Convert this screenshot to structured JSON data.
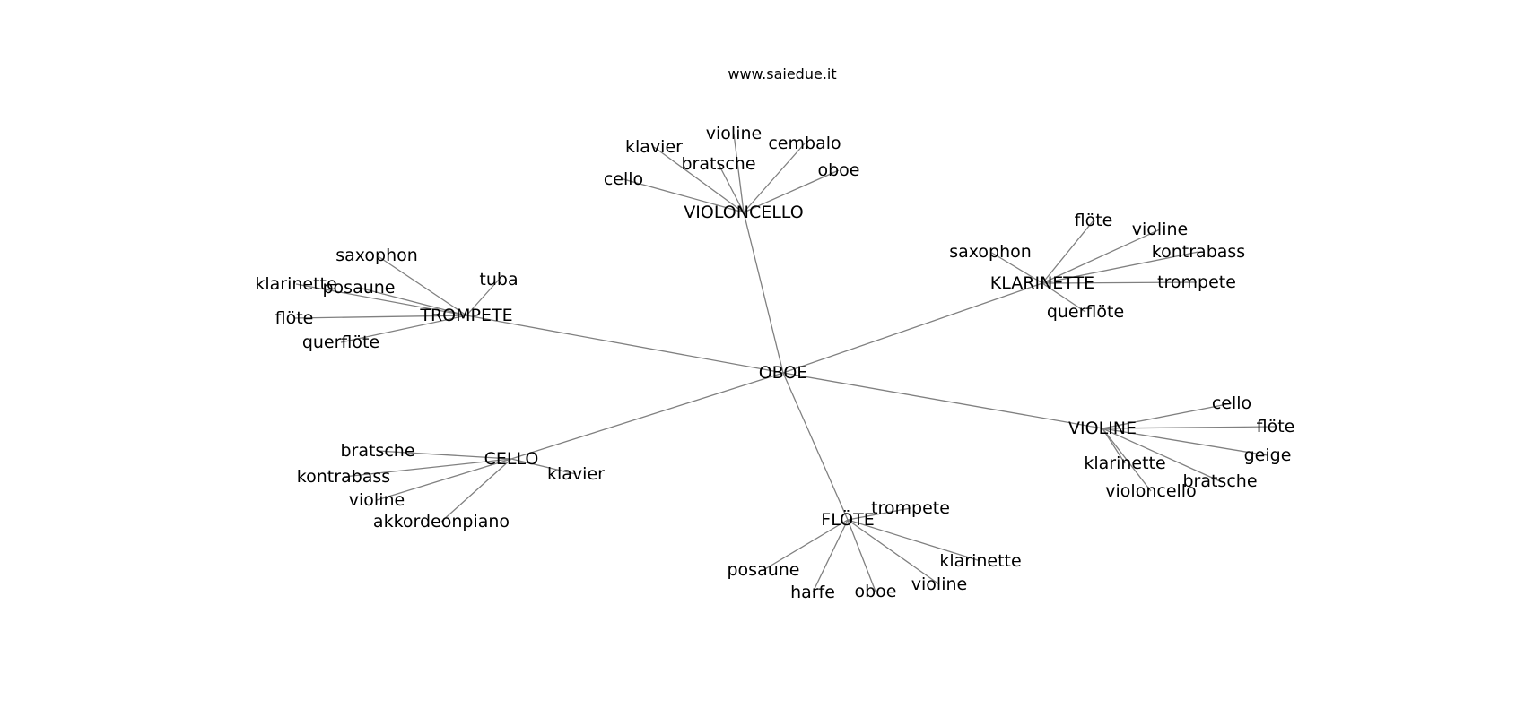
{
  "header": {
    "site": "www.saiedue.it"
  },
  "diagram": {
    "root": "OBOE",
    "groups": [
      {
        "hub": "VIOLONCELLO",
        "leaves": [
          "klavier",
          "violine",
          "cembalo",
          "bratsche",
          "cello",
          "oboe"
        ]
      },
      {
        "hub": "TROMPETE",
        "leaves": [
          "saxophon",
          "tuba",
          "klarinette",
          "posaune",
          "flöte",
          "querflöte"
        ]
      },
      {
        "hub": "KLARINETTE",
        "leaves": [
          "saxophon",
          "flöte",
          "violine",
          "kontrabass",
          "trompete",
          "querflöte"
        ]
      },
      {
        "hub": "VIOLINE",
        "leaves": [
          "cello",
          "flöte",
          "geige",
          "klarinette",
          "bratsche",
          "violoncello"
        ]
      },
      {
        "hub": "CELLO",
        "leaves": [
          "bratsche",
          "kontrabass",
          "klavier",
          "violine",
          "akkordeonpiano"
        ]
      },
      {
        "hub": "FLÖTE",
        "leaves": [
          "trompete",
          "klarinette",
          "posaune",
          "violine",
          "harfe",
          "oboe"
        ]
      }
    ]
  }
}
